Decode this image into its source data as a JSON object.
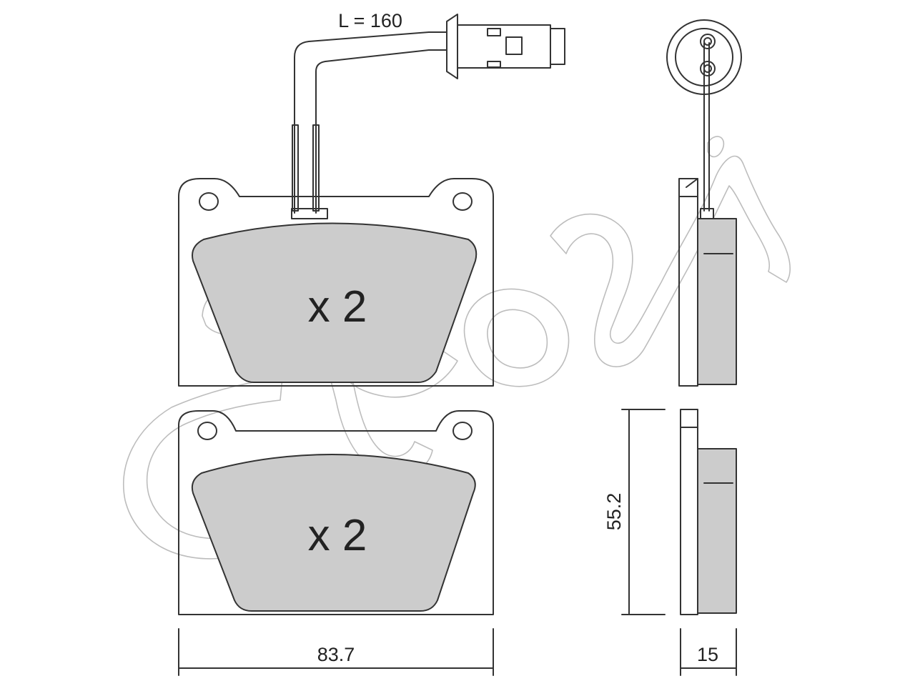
{
  "diagram": {
    "wire_length_label": "L = 160",
    "top_pad_quantity": "x 2",
    "bottom_pad_quantity": "x 2",
    "width_dimension": "83.7",
    "height_dimension": "55.2",
    "thickness_dimension": "15"
  },
  "colors": {
    "friction_material": "#cccccc",
    "outline": "#333333",
    "watermark": "#bdbdbd",
    "background": "#ffffff"
  }
}
